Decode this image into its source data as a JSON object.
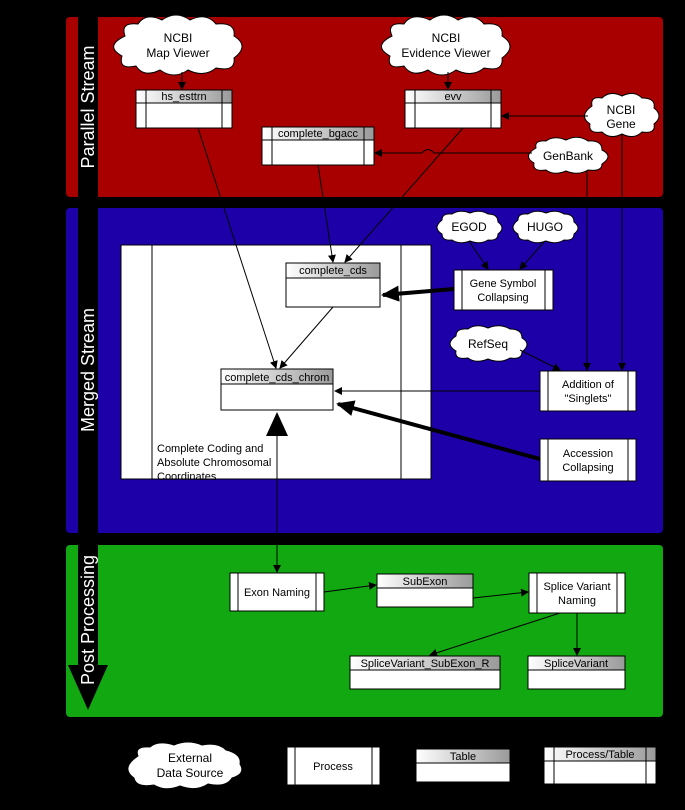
{
  "sections": {
    "parallel": {
      "label": "Parallel Stream",
      "color": "#a80000"
    },
    "merged": {
      "label": "Merged Stream",
      "color": "#1d00a8"
    },
    "post": {
      "label": "Post Processing",
      "color": "#12a812"
    }
  },
  "sources": {
    "ncbi_map_viewer": [
      "NCBI",
      "Map Viewer"
    ],
    "ncbi_evidence_viewer": [
      "NCBI",
      "Evidence Viewer"
    ],
    "ncbi_gene": [
      "NCBI",
      "Gene"
    ],
    "genbank": "GenBank",
    "egod": "EGOD",
    "hugo": "HUGO",
    "refseq": "RefSeq"
  },
  "tables": {
    "hs_esttrn": "hs_esttrn",
    "evv": "evv",
    "complete_bgacc": "complete_bgacc",
    "complete_cds": "complete_cds",
    "complete_cds_chrom": "complete_cds_chrom",
    "subexon": "SubExon",
    "splicevariant_subexon_r": "SpliceVariant_SubExon_R",
    "splicevariant": "SpliceVariant"
  },
  "processes": {
    "gene_symbol_collapsing": [
      "Gene Symbol",
      "Collapsing"
    ],
    "addition_of_singlets": [
      "Addition of",
      "\"Singlets\""
    ],
    "accession_collapsing": [
      "Accession",
      "Collapsing"
    ],
    "exon_naming": "Exon Naming",
    "splice_variant_naming": [
      "Splice Variant",
      "Naming"
    ]
  },
  "container_caption": [
    "Complete Coding and",
    "Absolute Chromosomal",
    "Coordinates"
  ],
  "legend": {
    "external": [
      "External",
      "Data Source"
    ],
    "process": "Process",
    "table": "Table",
    "process_table": "Process/Table"
  }
}
